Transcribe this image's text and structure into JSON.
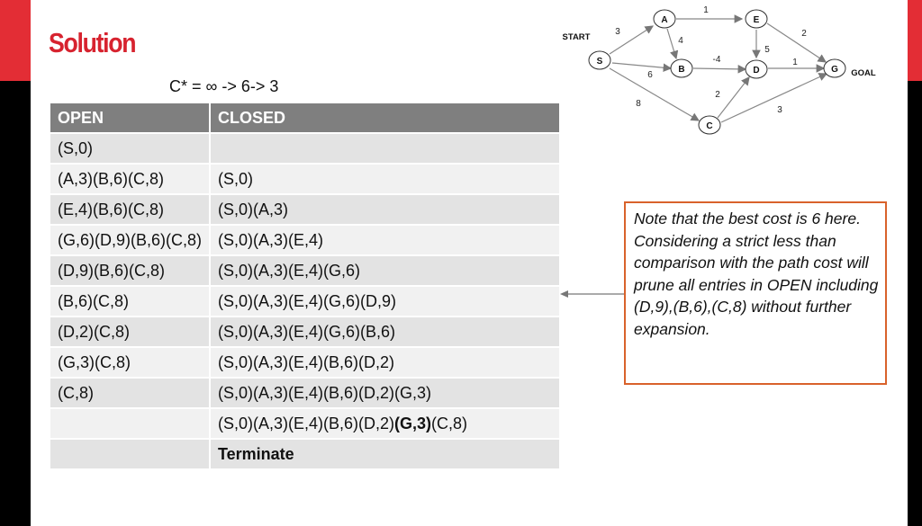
{
  "title": "Solution",
  "cstar": "C* = ∞ -> 6-> 3",
  "table": {
    "headers": [
      "OPEN",
      "CLOSED"
    ],
    "rows": [
      {
        "open": "(S,0)",
        "closed": ""
      },
      {
        "open": "(A,3)(B,6)(C,8)",
        "closed": "(S,0)"
      },
      {
        "open": "(E,4)(B,6)(C,8)",
        "closed": "(S,0)(A,3)"
      },
      {
        "open": "(G,6)(D,9)(B,6)(C,8)",
        "closed": "(S,0)(A,3)(E,4)"
      },
      {
        "open": "(D,9)(B,6)(C,8)",
        "closed": "(S,0)(A,3)(E,4)(G,6)"
      },
      {
        "open": "(B,6)(C,8)",
        "closed": "(S,0)(A,3)(E,4)(G,6)(D,9)"
      },
      {
        "open": "(D,2)(C,8)",
        "closed": "(S,0)(A,3)(E,4)(G,6)(B,6)"
      },
      {
        "open": "(G,3)(C,8)",
        "closed": "(S,0)(A,3)(E,4)(B,6)(D,2)"
      },
      {
        "open": "(C,8)",
        "closed": "(S,0)(A,3)(E,4)(B,6)(D,2)(G,3)"
      },
      {
        "open": "",
        "closed_parts": [
          "(S,0)(A,3)(E,4)(B,6)(D,2)",
          "(G,3)",
          "(C,8)"
        ]
      },
      {
        "open": "",
        "closed": "Terminate"
      }
    ]
  },
  "graph": {
    "start_label": "START",
    "goal_label": "GOAL",
    "nodes": {
      "S": "S",
      "A": "A",
      "B": "B",
      "C": "C",
      "D": "D",
      "E": "E",
      "G": "G"
    },
    "edge_weights": {
      "SA": "3",
      "AE": "1",
      "AB": "4",
      "SB": "6",
      "BD": "-4",
      "ED": "5",
      "EG": "2",
      "DG": "1",
      "CD": "2",
      "SC": "8",
      "CG": "3"
    }
  },
  "note": {
    "line1": "Note that the best cost is 6 here.",
    "line2": "Considering a strict less than comparison with the path cost will prune all entries in OPEN including (D,9),(B,6),(C,8) without further expansion."
  },
  "colors": {
    "title": "#d7232f",
    "accent": "#e32d35",
    "header_bg": "#7f7f7f",
    "note_border": "#d9622b"
  }
}
